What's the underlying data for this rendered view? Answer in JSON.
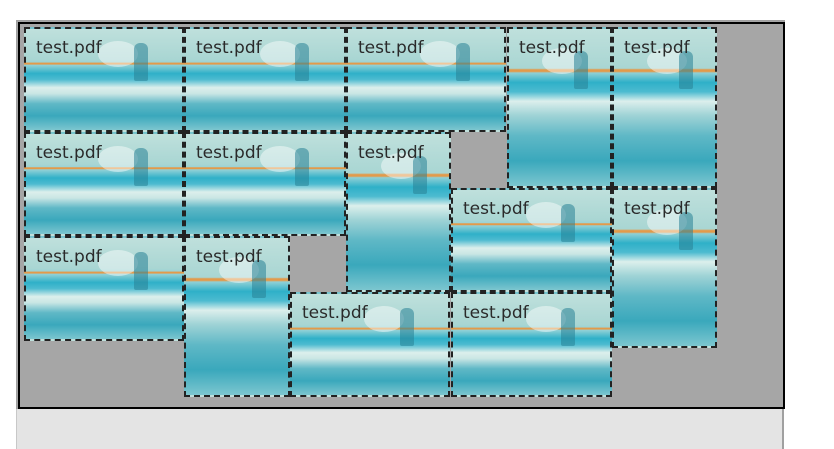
{
  "tiles": [
    {
      "label": "test.pdf",
      "shape": "wide"
    },
    {
      "label": "test.pdf",
      "shape": "wide"
    },
    {
      "label": "test.pdf",
      "shape": "wide"
    },
    {
      "label": "test.pdf",
      "shape": "tall"
    },
    {
      "label": "test.pdf",
      "shape": "tall"
    },
    {
      "label": "test.pdf",
      "shape": "wide"
    },
    {
      "label": "test.pdf",
      "shape": "wide"
    },
    {
      "label": "test.pdf",
      "shape": "tall"
    },
    {
      "label": "test.pdf",
      "shape": "wide"
    },
    {
      "label": "test.pdf",
      "shape": "tall"
    },
    {
      "label": "test.pdf",
      "shape": "wide"
    },
    {
      "label": "test.pdf",
      "shape": "tall"
    },
    {
      "label": "test.pdf",
      "shape": "wide"
    },
    {
      "label": "test.pdf",
      "shape": "wide"
    }
  ]
}
